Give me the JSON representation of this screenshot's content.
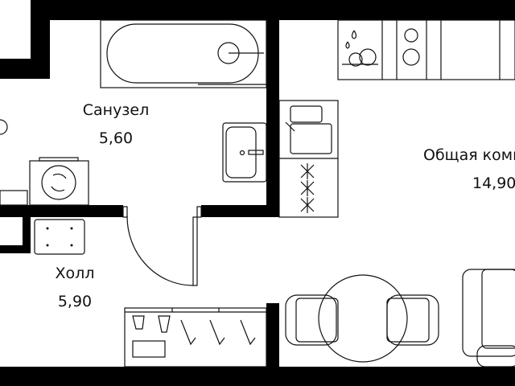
{
  "rooms": [
    {
      "name": "Санузел",
      "area": "5,60"
    },
    {
      "name": "Холл",
      "area": "5,90"
    },
    {
      "name": "Общая комната",
      "area": "14,90"
    }
  ],
  "colors": {
    "wall": "#000000",
    "line": "#111111",
    "background": "#ffffff"
  }
}
